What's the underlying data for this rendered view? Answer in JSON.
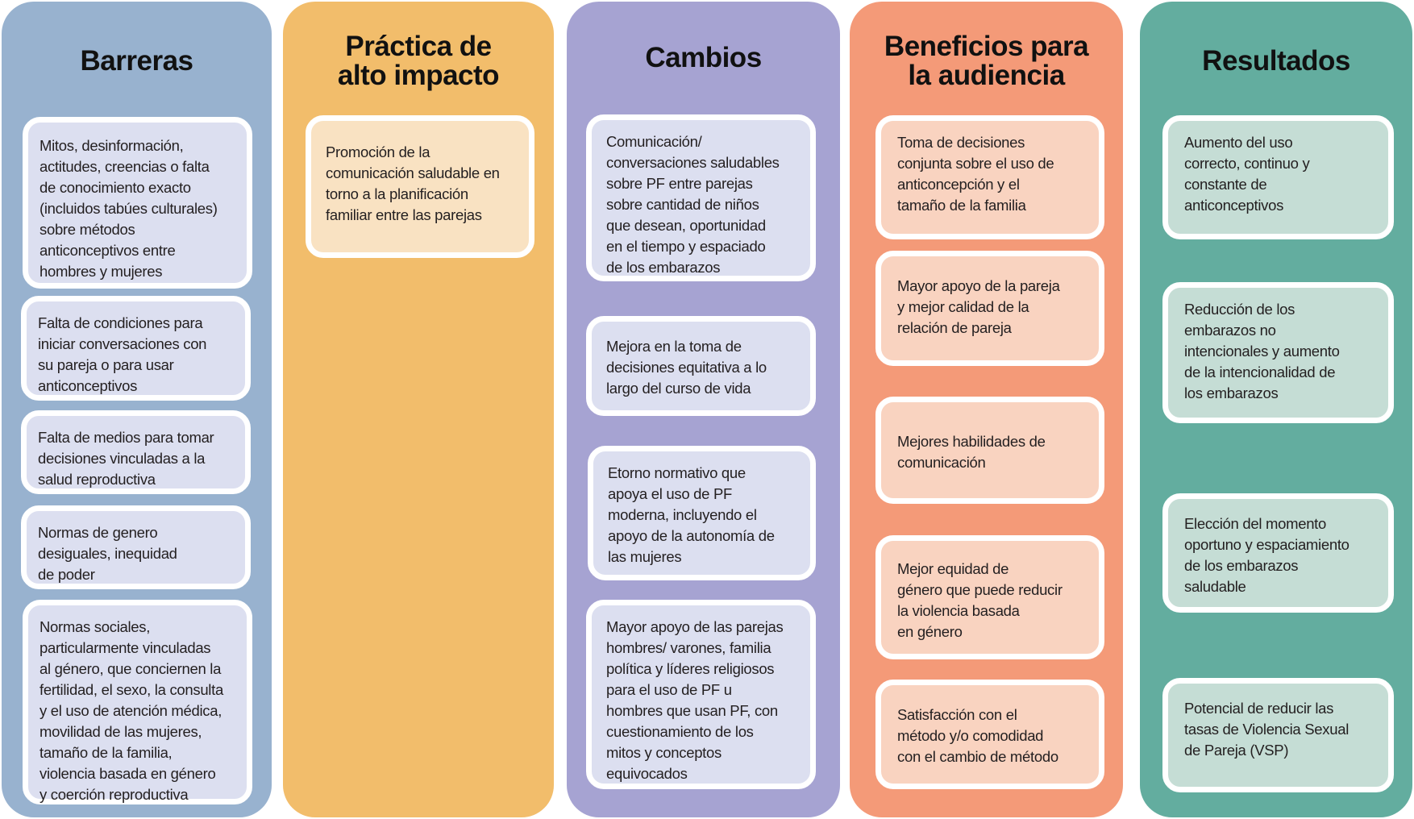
{
  "columns": [
    {
      "title": "Barreras",
      "items": [
        "Mitos, desinformación,\nactitudes, creencias o falta\nde conocimiento exacto\n(incluidos tabúes culturales)\nsobre métodos\nanticonceptivos entre\nhombres y mujeres",
        "Falta de condiciones para\niniciar conversaciones con\nsu pareja o para usar\nanticonceptivos",
        "Falta de medios para tomar\ndecisiones vinculadas a la\nsalud reproductiva",
        "Normas de genero\ndesiguales, inequidad\nde poder",
        "Normas sociales,\nparticularmente vinculadas\nal género, que conciernen la\nfertilidad, el sexo, la consulta\ny el uso de atención médica,\nmovilidad de las mujeres,\ntamaño de la familia,\nviolencia basada en género\ny coerción reproductiva"
      ]
    },
    {
      "title": "Práctica de\nalto impacto",
      "items": [
        "Promoción de la\ncomunicación saludable en\ntorno a la planificación\nfamiliar entre las parejas"
      ]
    },
    {
      "title": "Cambios",
      "items": [
        "Comunicación/\nconversaciones saludables\nsobre PF entre parejas\nsobre cantidad de niños\nque desean, oportunidad\nen el tiempo y espaciado\nde los embarazos",
        "Mejora en la toma de\ndecisiones equitativa a lo\nlargo del curso de vida",
        "Etorno normativo que\napoya el uso de PF\nmoderna, incluyendo el\napoyo de la autonomía de\nlas mujeres",
        "Mayor apoyo de las parejas\nhombres/ varones, familia\npolítica y líderes religiosos\npara el uso de PF u\nhombres que usan PF, con\ncuestionamiento de los\nmitos y conceptos\nequivocados"
      ]
    },
    {
      "title": "Beneficios para\nla audiencia",
      "items": [
        "Toma de decisiones\nconjunta sobre el uso de\nanticoncepción y el\ntamaño de la familia",
        "Mayor apoyo de la pareja\ny mejor calidad de la\nrelación de pareja",
        "Mejores habilidades de\ncomunicación",
        "Mejor equidad de\ngénero que puede reducir\nla violencia basada\nen género",
        "Satisfacción con el\nmétodo y/o comodidad\ncon el cambio de método"
      ]
    },
    {
      "title": "Resultados",
      "items": [
        "Aumento del  uso\ncorrecto, continuo y\nconstante de\nanticonceptivos",
        "Reducción de los\nembarazos no\nintencionales y aumento\nde la intencionalidad de\nlos  embarazos",
        "Elección del momento\noportuno y espaciamiento\nde los embarazos\nsaludable",
        "Potencial de reducir las\ntasas de Violencia Sexual\nde Pareja (VSP)"
      ]
    }
  ]
}
